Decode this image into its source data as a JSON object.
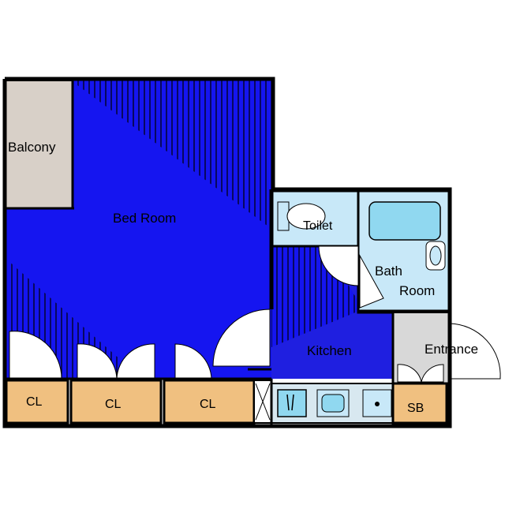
{
  "rooms": {
    "balcony": "Balcony",
    "bedroom": "Bed Room",
    "toilet": "Toilet",
    "bath_line1": "Bath",
    "bath_line2": "Room",
    "kitchen": "Kitchen",
    "entrance": "Entrance",
    "closet_1": "CL",
    "closet_2": "CL",
    "closet_3": "CL",
    "shoe_box": "SB"
  },
  "colors": {
    "bedroom": "#1515f0",
    "kitchen": "#1f1fe0",
    "wet_area": "#c8e8f8",
    "closet": "#f0c080",
    "balcony": "#d8d0c8",
    "entrance": "#d8d8d8",
    "wall": "#000000"
  }
}
